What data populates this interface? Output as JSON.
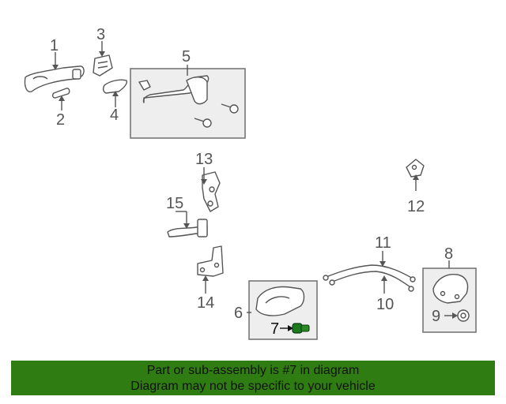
{
  "callouts": {
    "c1": "1",
    "c2": "2",
    "c3": "3",
    "c4": "4",
    "c5": "5",
    "c6": "6",
    "c7": "7",
    "c8": "8",
    "c9": "9",
    "c10": "10",
    "c11": "11",
    "c12": "12",
    "c13": "13",
    "c14": "14",
    "c15": "15"
  },
  "highlighted_part": "7",
  "colors": {
    "banner": "#2f7d12",
    "highlight_part": "#1e7a1e",
    "line": "#555555",
    "box": "#eeeeee"
  },
  "footer": {
    "line1": "Part or sub-assembly is #7 in diagram",
    "line2": "Diagram may not be specific to your vehicle"
  }
}
